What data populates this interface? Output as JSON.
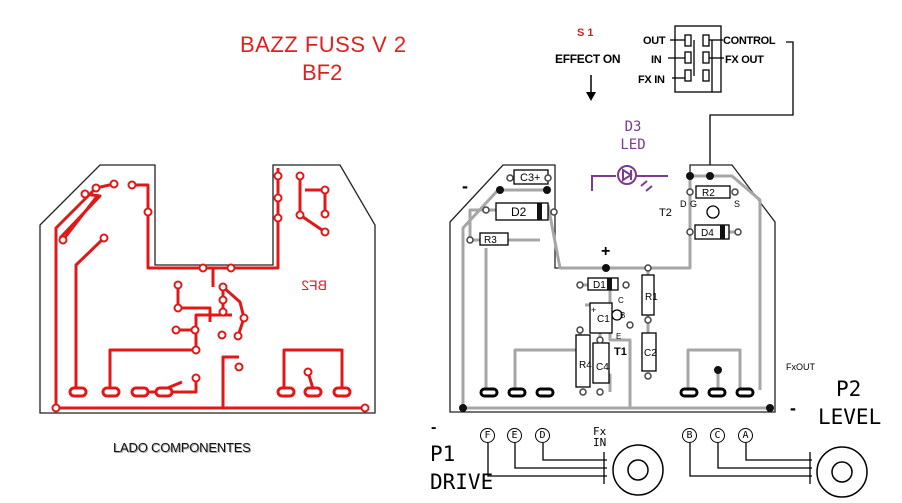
{
  "title": {
    "line1": "BAZZ FUSS V 2",
    "line2": "BF2"
  },
  "switch": {
    "name": "S 1",
    "caption": "EFFECT ON",
    "left_labels": [
      "OUT",
      "IN",
      "FX IN"
    ],
    "right_labels": [
      "CONTROL",
      "FX OUT"
    ]
  },
  "led": {
    "line1": "D3",
    "line2": "LED"
  },
  "copper_side": {
    "mirrored_text": "BF2",
    "caption": "LADO COMPONENTES"
  },
  "components": {
    "c3": "C3+",
    "d2": "D2",
    "r3": "R3",
    "r2": "R2",
    "t2": "T2",
    "dgs": [
      "D",
      "G",
      "S"
    ],
    "d4": "D4",
    "d1": "D1",
    "r1": "R1",
    "c1": "C1",
    "c1_plus": "+",
    "cbe": [
      "C",
      "B",
      "E"
    ],
    "t1": "T1",
    "r4": "R4",
    "c4": "C4",
    "c2": "C2",
    "plus": "+",
    "minus": "-"
  },
  "pots": {
    "p1": {
      "line1": "P1",
      "line2": "DRIVE",
      "pins": [
        "F",
        "E",
        "D"
      ]
    },
    "p2": {
      "line1": "P2",
      "line2": "LEVEL",
      "pins": [
        "B",
        "C",
        "A"
      ]
    }
  },
  "io": {
    "fx_in_1": "Fx",
    "fx_in_2": "IN",
    "fx_out": "FxOUT"
  },
  "colors": {
    "title": "#e02020",
    "trace": "#e01818",
    "pcb_outline": "#222222",
    "track": "#a6a6a6",
    "led": "#7a3c8c"
  }
}
